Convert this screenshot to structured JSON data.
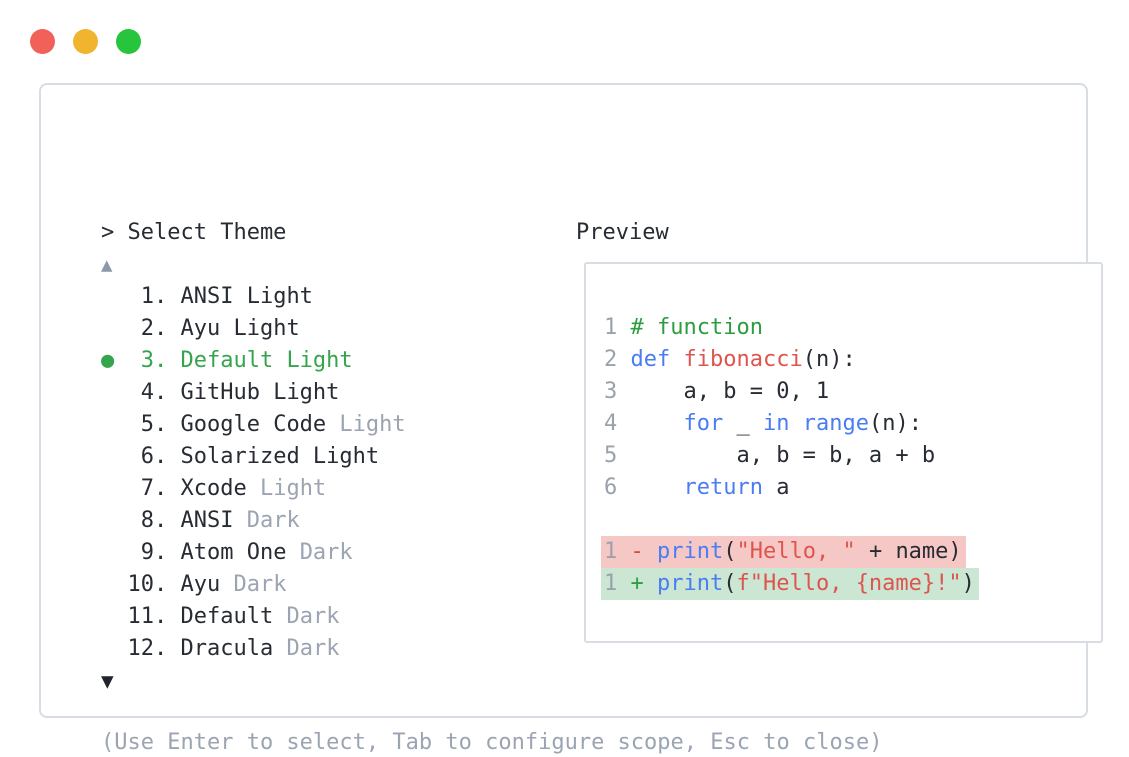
{
  "window": {
    "traffic_lights": [
      {
        "name": "close",
        "color": "#f2605a"
      },
      {
        "name": "minimize",
        "color": "#f0b42e"
      },
      {
        "name": "zoom",
        "color": "#27c53d"
      }
    ]
  },
  "theme_picker": {
    "prompt": "> Select Theme",
    "scroll_up_indicator": "▲",
    "scroll_down_indicator": "▼",
    "selected_marker": "●",
    "items": [
      {
        "number": "1",
        "name": "ANSI Light",
        "dim_suffix": "",
        "selected": false
      },
      {
        "number": "2",
        "name": "Ayu Light",
        "dim_suffix": "",
        "selected": false
      },
      {
        "number": "3",
        "name": "Default Light",
        "dim_suffix": "",
        "selected": true
      },
      {
        "number": "4",
        "name": "GitHub Light",
        "dim_suffix": "",
        "selected": false
      },
      {
        "number": "5",
        "name": "Google Code",
        "dim_suffix": "Light",
        "selected": false
      },
      {
        "number": "6",
        "name": "Solarized Light",
        "dim_suffix": "",
        "selected": false
      },
      {
        "number": "7",
        "name": "Xcode",
        "dim_suffix": "Light",
        "selected": false
      },
      {
        "number": "8",
        "name": "ANSI",
        "dim_suffix": "Dark",
        "selected": false
      },
      {
        "number": "9",
        "name": "Atom One",
        "dim_suffix": "Dark",
        "selected": false
      },
      {
        "number": "10",
        "name": "Ayu",
        "dim_suffix": "Dark",
        "selected": false
      },
      {
        "number": "11",
        "name": "Default",
        "dim_suffix": "Dark",
        "selected": false
      },
      {
        "number": "12",
        "name": "Dracula",
        "dim_suffix": "Dark",
        "selected": false
      }
    ],
    "help_text": "(Use Enter to select, Tab to configure scope, Esc to close)"
  },
  "preview": {
    "label": "Preview",
    "code_lines": [
      {
        "num": "1",
        "diff": "",
        "tokens": [
          {
            "c": "cm",
            "t": "# function"
          }
        ]
      },
      {
        "num": "2",
        "diff": "",
        "tokens": [
          {
            "c": "kw",
            "t": "def"
          },
          {
            "c": "pl",
            "t": " "
          },
          {
            "c": "fn",
            "t": "fibonacci"
          },
          {
            "c": "pl",
            "t": "(n):"
          }
        ]
      },
      {
        "num": "3",
        "diff": "",
        "tokens": [
          {
            "c": "pl",
            "t": "    a, b = 0, 1"
          }
        ]
      },
      {
        "num": "4",
        "diff": "",
        "tokens": [
          {
            "c": "pl",
            "t": "    "
          },
          {
            "c": "kw",
            "t": "for"
          },
          {
            "c": "pl",
            "t": " _ "
          },
          {
            "c": "kw",
            "t": "in"
          },
          {
            "c": "pl",
            "t": " "
          },
          {
            "c": "kw",
            "t": "range"
          },
          {
            "c": "pl",
            "t": "(n):"
          }
        ]
      },
      {
        "num": "5",
        "diff": "",
        "tokens": [
          {
            "c": "pl",
            "t": "        a, b = b, a + b"
          }
        ]
      },
      {
        "num": "6",
        "diff": "",
        "tokens": [
          {
            "c": "pl",
            "t": "    "
          },
          {
            "c": "kw",
            "t": "return"
          },
          {
            "c": "pl",
            "t": " a"
          }
        ]
      },
      {
        "num": "",
        "diff": "",
        "tokens": []
      },
      {
        "num": "1",
        "diff": "del",
        "tokens": [
          {
            "c": "dm",
            "t": "-"
          },
          {
            "c": "pl",
            "t": " "
          },
          {
            "c": "kw",
            "t": "print"
          },
          {
            "c": "pl",
            "t": "("
          },
          {
            "c": "st",
            "t": "\"Hello, \""
          },
          {
            "c": "pl",
            "t": " + name)"
          }
        ]
      },
      {
        "num": "1",
        "diff": "add",
        "tokens": [
          {
            "c": "dp",
            "t": "+"
          },
          {
            "c": "pl",
            "t": " "
          },
          {
            "c": "kw",
            "t": "print"
          },
          {
            "c": "pl",
            "t": "("
          },
          {
            "c": "st",
            "t": "f\"Hello, {name}!\""
          },
          {
            "c": "pl",
            "t": ")"
          }
        ]
      }
    ]
  },
  "colors": {
    "selected_green": "#35a44c",
    "dim_gray": "#9ba4b2",
    "keyword_blue": "#4a7df2",
    "string_red": "#de544e",
    "comment_green": "#2e9c40",
    "diff_del_bg": "#f6c8c5",
    "diff_add_bg": "#cbe6d3",
    "panel_border": "#d8dde4"
  }
}
